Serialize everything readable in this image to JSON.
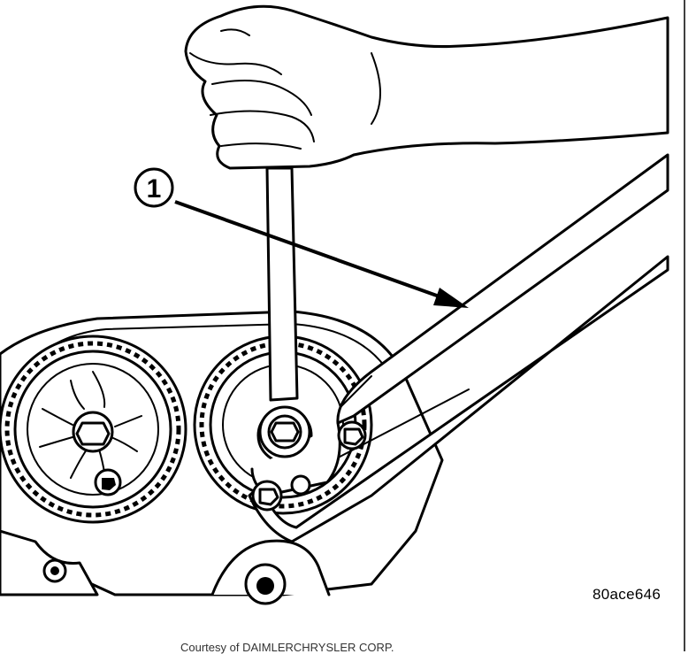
{
  "callout": {
    "number": "1"
  },
  "figure_id": "80ace646",
  "credit": "Courtesy of DAIMLERCHRYSLER CORP.",
  "colors": {
    "ink": "#000000",
    "paper": "#ffffff",
    "caption": "#333333"
  }
}
